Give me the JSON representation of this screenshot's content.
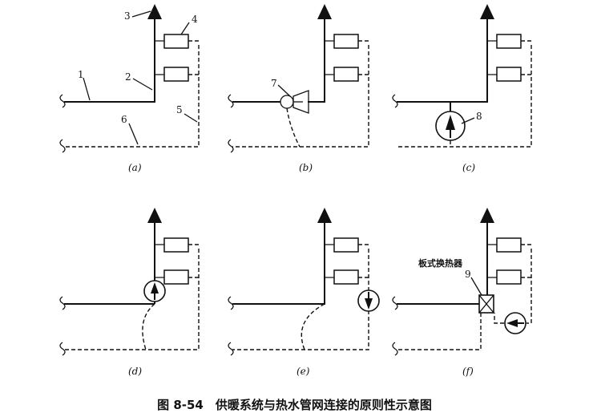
{
  "panels": [
    {
      "id": "a",
      "label": "(a)"
    },
    {
      "id": "b",
      "label": "(b)"
    },
    {
      "id": "c",
      "label": "(c)"
    },
    {
      "id": "d",
      "label": "(d)"
    },
    {
      "id": "e",
      "label": "(e)"
    },
    {
      "id": "f",
      "label": "(f)"
    }
  ],
  "callouts": {
    "n1": "1",
    "n2": "2",
    "n3": "3",
    "n4": "4",
    "n5": "5",
    "n6": "6",
    "n7": "7",
    "n8": "8",
    "n9": "9"
  },
  "heat_exchanger_label": "板式换热器",
  "caption": "图 8-54　供暖系统与热水管网连接的原则性示意图"
}
